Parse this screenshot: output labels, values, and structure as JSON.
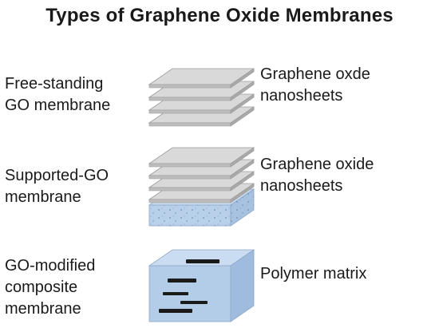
{
  "title": "Types of Graphene Oxide Membranes",
  "rows": [
    {
      "type_lines": [
        "Free-standing",
        "GO membrane"
      ],
      "component_lines": [
        "Graphene oxde",
        "nanosheets"
      ],
      "illustration_icon": "stacked-sheets-icon"
    },
    {
      "type_lines": [
        "Supported-GO",
        "membrane"
      ],
      "component_lines": [
        "Graphene oxide",
        "nanosheets"
      ],
      "illustration_icon": "sheets-on-support-icon"
    },
    {
      "type_lines": [
        "GO-modified",
        "composite",
        "membrane"
      ],
      "component_lines": [
        "Polymer matrix"
      ],
      "illustration_icon": "polymer-block-icon"
    }
  ],
  "colors": {
    "sheet_fill": "#d6d6d6",
    "sheet_edge": "#9a9a9a",
    "support_fill": "#b9d0ea",
    "polymer_fill": "#b3cde9",
    "embedded_sheet": "#1a1a1a"
  }
}
